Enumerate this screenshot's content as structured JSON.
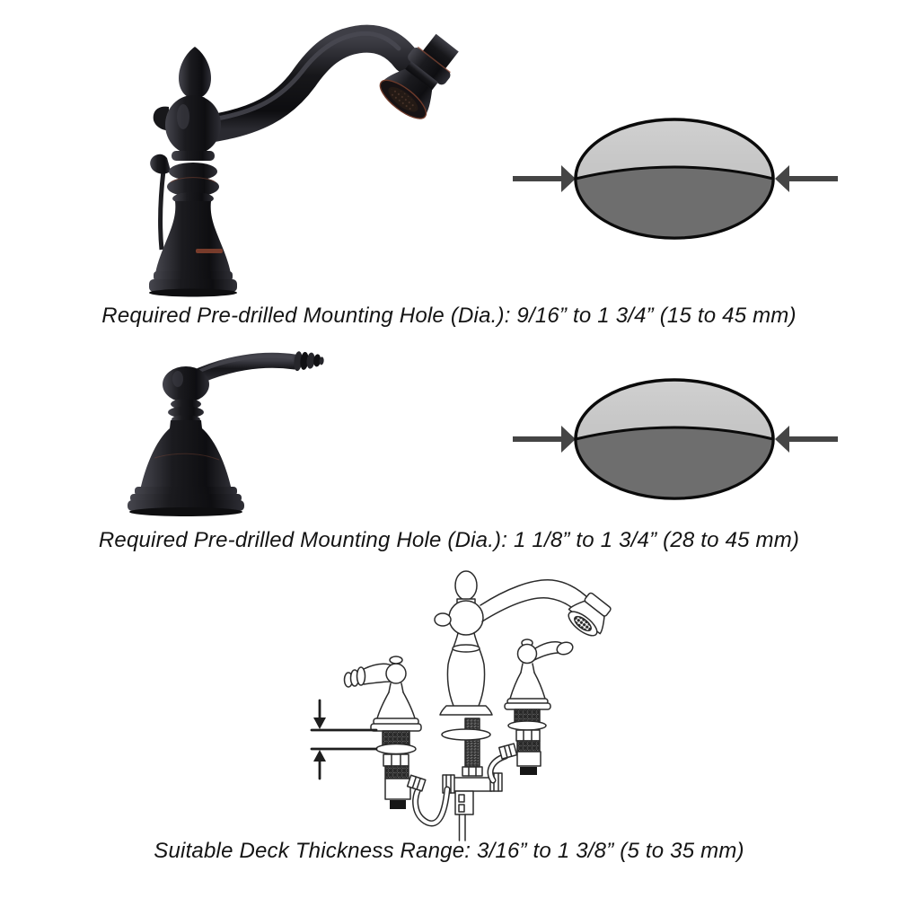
{
  "page": {
    "background_color": "#ffffff",
    "description_names": [
      "faucet-spout-photo",
      "mounting-hole-diagram-1",
      "faucet-handle-photo",
      "mounting-hole-diagram-2",
      "faucet-installation-line-drawing"
    ]
  },
  "sections": [
    {
      "name": "spout-mounting-hole",
      "caption": "Required Pre-drilled Mounting Hole (Dia.): 9/16” to 1 3/4” (15 to 45 mm)"
    },
    {
      "name": "handle-mounting-hole",
      "caption": "Required Pre-drilled Mounting Hole (Dia.): 1 1/8” to 1 3/4” (28 to 45 mm)"
    },
    {
      "name": "deck-thickness",
      "caption": "Suitable Deck Thickness Range: 3/16” to 1 3/8” (5 to 35 mm)"
    }
  ],
  "colors": {
    "faucet_finish_dark": "#141416",
    "faucet_highlight": "#4a4a52",
    "copper_accent": "#8a4a36",
    "hole_outer_gray": "#c2c2c2",
    "hole_inner_gray": "#6e6e6e",
    "outline_black": "#0b0b0b",
    "arrow_gray": "#454545",
    "line_art": "#2b2b2b"
  }
}
